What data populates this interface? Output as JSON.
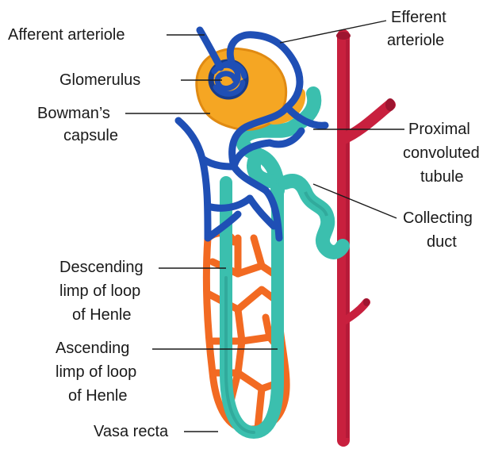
{
  "labels": {
    "afferent_arteriole": "Afferent arteriole",
    "glomerulus": "Glomerulus",
    "bowmans_capsule_1": "Bowman’s",
    "bowmans_capsule_2": "capsule",
    "efferent_arteriole_1": "Efferent",
    "efferent_arteriole_2": "arteriole",
    "pct_1": "Proximal",
    "pct_2": "convoluted",
    "pct_3": "tubule",
    "collecting_duct_1": "Collecting",
    "collecting_duct_2": "duct",
    "descending_1": "Descending",
    "descending_2": "limp of loop",
    "descending_3": "of Henle",
    "ascending_1": "Ascending",
    "ascending_2": "limp of loop",
    "ascending_3": "of Henle",
    "vasa_recta": "Vasa recta"
  },
  "colors": {
    "artery": "#c8203e",
    "artery_dark": "#9e1530",
    "arteriole_blue": "#1f4fb5",
    "arteriole_blue_dark": "#173c8c",
    "tubule_teal": "#3bbfae",
    "tubule_teal_dark": "#27958a",
    "capsule_orange": "#f5a623",
    "capsule_orange_dark": "#e08a12",
    "vasa_recta_orange": "#f26a22",
    "text": "#1a1a1a"
  }
}
